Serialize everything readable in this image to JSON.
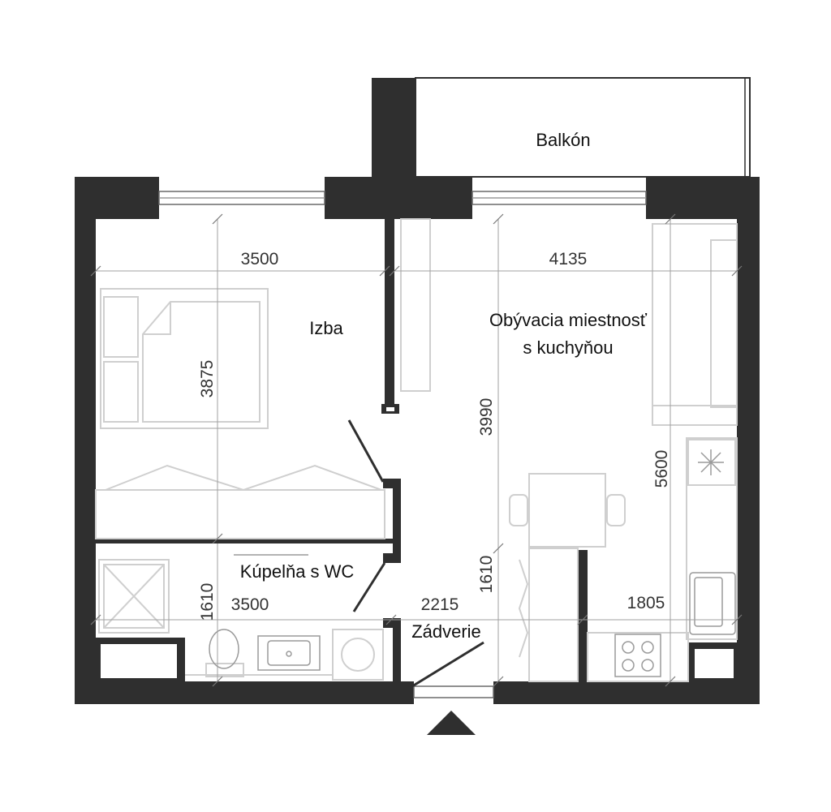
{
  "rooms": {
    "balcony": "Balkón",
    "bedroom": "Izba",
    "living_line1": "Obývacia miestnosť",
    "living_line2": "s kuchyňou",
    "bathroom": "Kúpelňa s WC",
    "hall": "Zádverie"
  },
  "dimensions": {
    "bedroom_width": "3500",
    "living_width": "4135",
    "bedroom_depth": "3875",
    "living_depth": "3990",
    "kitchen_length": "5600",
    "bath_depth": "1610",
    "bath_width": "3500",
    "hall_width": "2215",
    "hall_depth": "1610",
    "kitchen_width": "1805"
  },
  "colors": {
    "wall": "#2f2f2f",
    "furniture": "#cfcfcf",
    "dimension_line": "#a0a0a0"
  }
}
